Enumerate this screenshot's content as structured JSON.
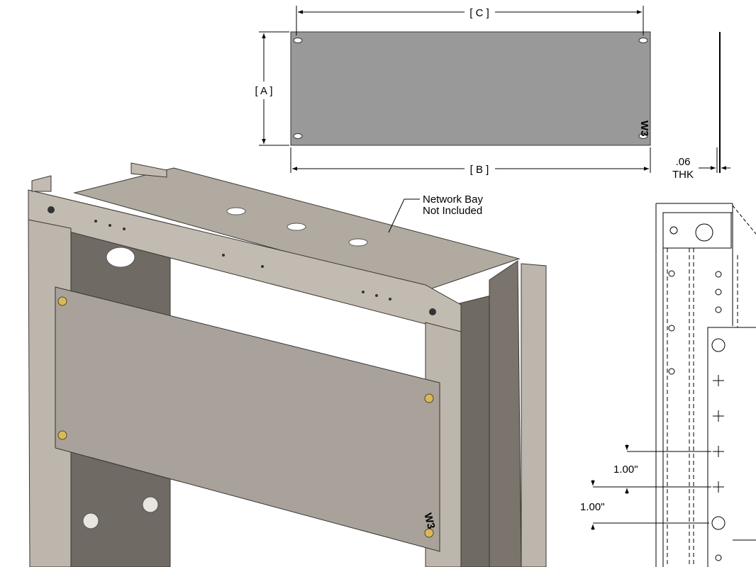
{
  "dimensions": {
    "c_label": "[ C ]",
    "a_label": "[ A ]",
    "b_label": "[ B ]",
    "thickness_value": ".06",
    "thickness_unit": "THK",
    "spacing_1": "1.00\"",
    "spacing_2": "1.00\""
  },
  "callout": {
    "line1": "Network Bay",
    "line2": "Not Included"
  },
  "logo": "W3",
  "colors": {
    "panel_flat": "#999999",
    "panel_iso": "#a8a29b",
    "rack_metal": "#bdb6ad",
    "rack_shadow": "#6f6a63"
  }
}
